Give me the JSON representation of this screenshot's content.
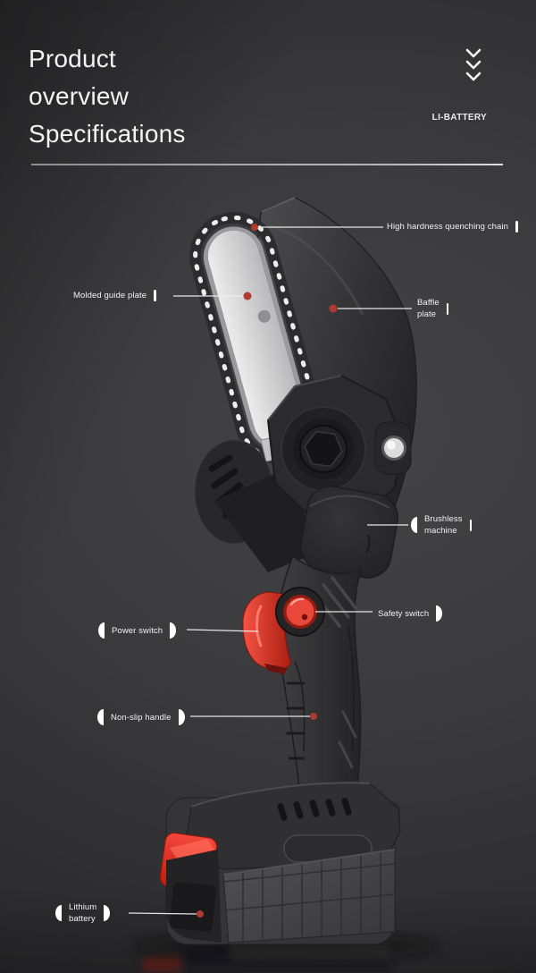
{
  "header": {
    "title_lines": [
      "Product",
      "overview",
      "Specifications"
    ],
    "brand": "LI-BATTERY",
    "scroll_icon": "triple-chevron-down"
  },
  "callouts": {
    "chain": {
      "lines": [
        "High hardness quenching chain"
      ]
    },
    "guide_plate": {
      "lines": [
        "Molded guide plate"
      ]
    },
    "baffle": {
      "lines": [
        "Baffle",
        "plate"
      ]
    },
    "brushless": {
      "lines": [
        "Brushless",
        "machine"
      ]
    },
    "safety": {
      "lines": [
        "Safety switch"
      ]
    },
    "power": {
      "lines": [
        "Power switch"
      ]
    },
    "handle": {
      "lines": [
        "Non-slip handle"
      ]
    },
    "battery": {
      "lines": [
        "Lithium",
        "battery"
      ]
    }
  },
  "colors": {
    "background": "#3a3a3c",
    "text": "#f2f2f2",
    "leader_line": "#f0f0f0",
    "callout_dot_red": "#ad3b30",
    "accent_red": "#ef3b2e",
    "guide_bar_gray": "#d6d6d8"
  }
}
